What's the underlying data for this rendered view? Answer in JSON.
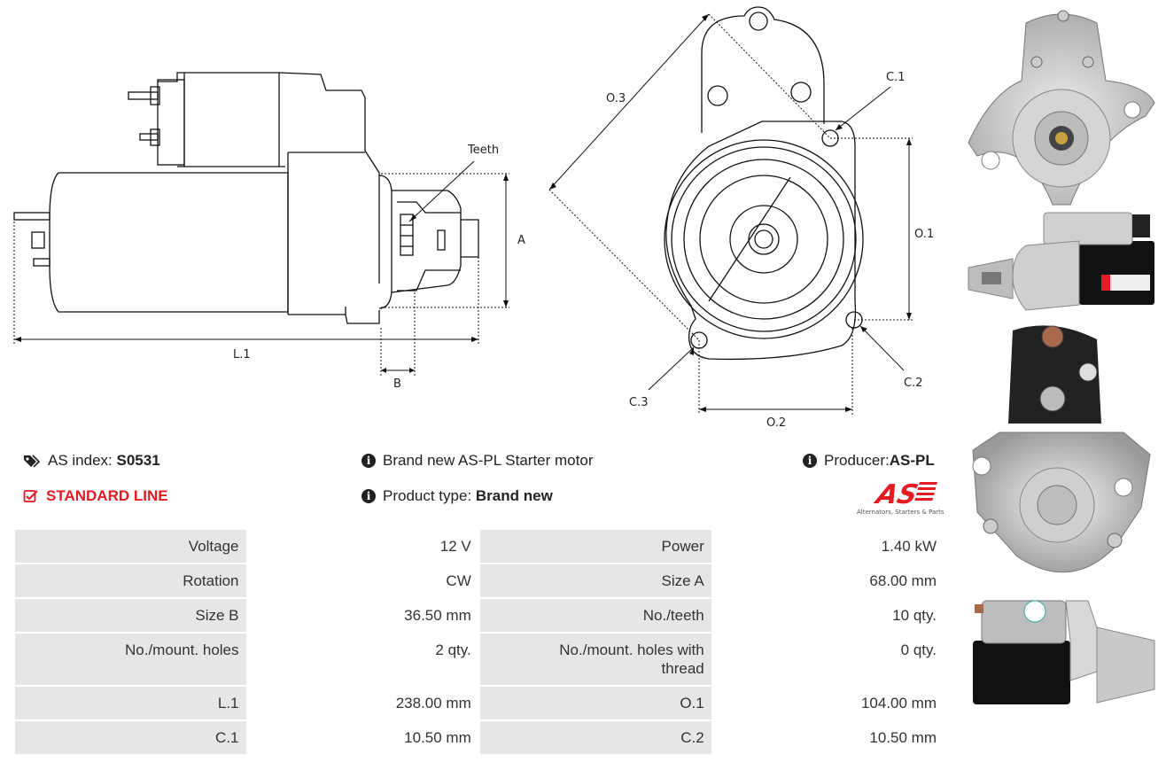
{
  "drawing_labels": {
    "teeth": "Teeth",
    "a": "A",
    "b": "B",
    "l1": "L.1",
    "o1": "O.1",
    "o2": "O.2",
    "o3": "O.3",
    "c1": "C.1",
    "c2": "C.2",
    "c3": "C.3"
  },
  "info": {
    "as_index_label": "AS index:",
    "as_index_value": "S0531",
    "line_label": "STANDARD LINE",
    "description": "Brand new AS-PL Starter motor",
    "product_type_label": "Product type:",
    "product_type_value": "Brand new",
    "producer_label": "Producer:",
    "producer_value": "AS-PL"
  },
  "logo": {
    "text": "AS",
    "tagline": "Alternators, Starters & Parts",
    "color": "#e31b23"
  },
  "specs": [
    {
      "k1": "Voltage",
      "v1": "12 V",
      "k2": "Power",
      "v2": "1.40 kW"
    },
    {
      "k1": "Rotation",
      "v1": "CW",
      "k2": "Size A",
      "v2": "68.00 mm"
    },
    {
      "k1": "Size B",
      "v1": "36.50 mm",
      "k2": "No./teeth",
      "v2": "10 qty."
    },
    {
      "k1": "No./mount. holes",
      "v1": "2 qty.",
      "k2": "No./mount. holes with thread",
      "v2": "0 qty."
    },
    {
      "k1": "L.1",
      "v1": "238.00 mm",
      "k2": "O.1",
      "v2": "104.00 mm"
    },
    {
      "k1": "C.1",
      "v1": "10.50 mm",
      "k2": "C.2",
      "v2": "10.50 mm"
    }
  ]
}
